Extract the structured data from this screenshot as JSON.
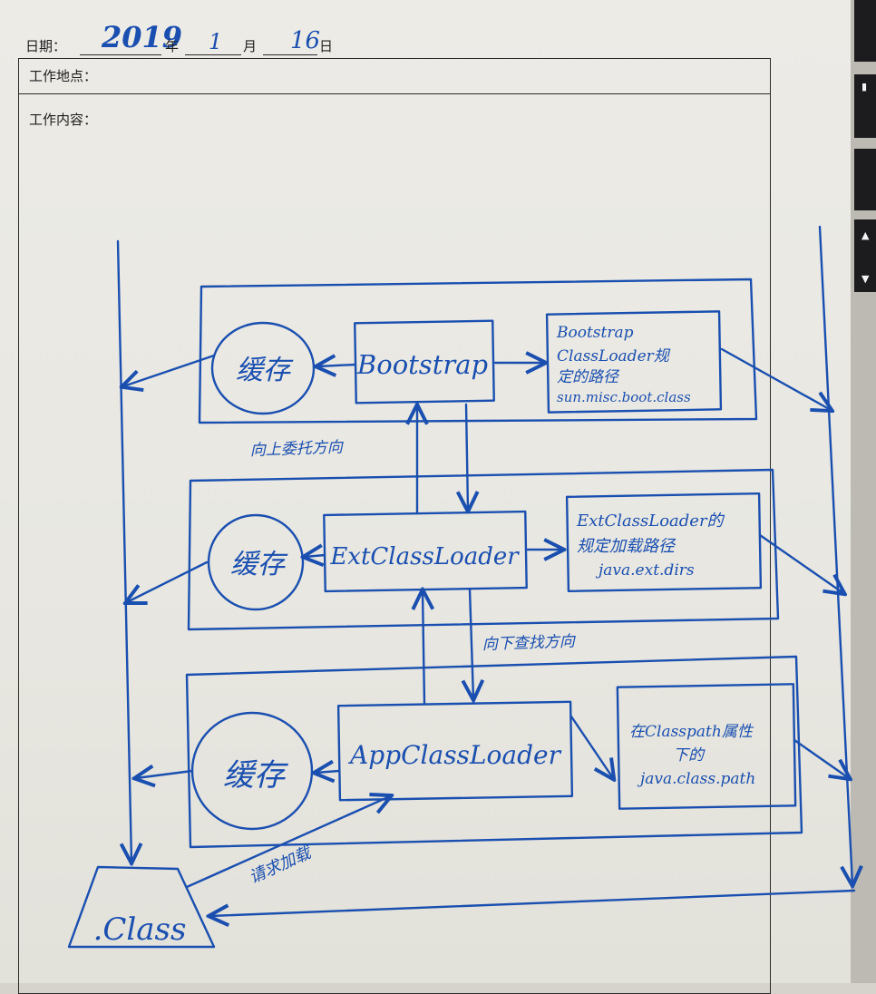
{
  "form": {
    "date_label": "日期：",
    "year_value": "2019",
    "year_unit": "年",
    "month_value": "1",
    "month_unit": "月",
    "day_value": "16",
    "day_unit": "日",
    "location_label": "工作地点：",
    "content_label": "工作内容："
  },
  "diagram": {
    "row_bootstrap": {
      "cache": "缓存",
      "loader": "Bootstrap",
      "path_lines": [
        "Bootstrap",
        "ClassLoader规",
        "定的路径",
        "sun.misc.boot.class"
      ]
    },
    "row_ext": {
      "cache": "缓存",
      "loader": "ExtClassLoader",
      "path_lines": [
        "ExtClassLoader的",
        "规定加载路径",
        "java.ext.dirs"
      ]
    },
    "row_app": {
      "cache": "缓存",
      "loader": "AppClassLoader",
      "path_lines": [
        "在Classpath属性",
        "下的",
        "java.class.path"
      ]
    },
    "delegate_up_label": "向上委托方向",
    "search_down_label": "向下查找方向",
    "request_label": "请求加载",
    "class_file": ".Class",
    "ink_color": "#1a4fb0"
  }
}
